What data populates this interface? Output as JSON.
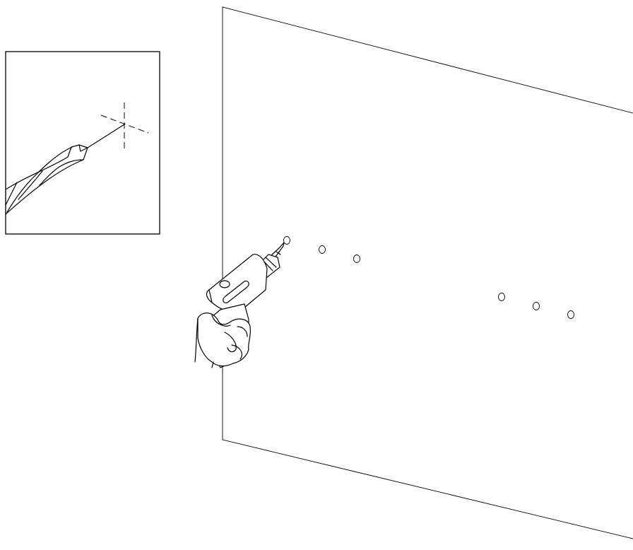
{
  "illustration": {
    "description_text": "",
    "line_color": "#000000",
    "background_color": "#ffffff",
    "pilot_hole_groups": [
      {
        "group": "left",
        "hole_count": 3
      },
      {
        "group": "right",
        "hole_count": 3
      }
    ],
    "inset": {
      "shows": "drill-bit-aligned-to-crosshair-mark"
    }
  }
}
